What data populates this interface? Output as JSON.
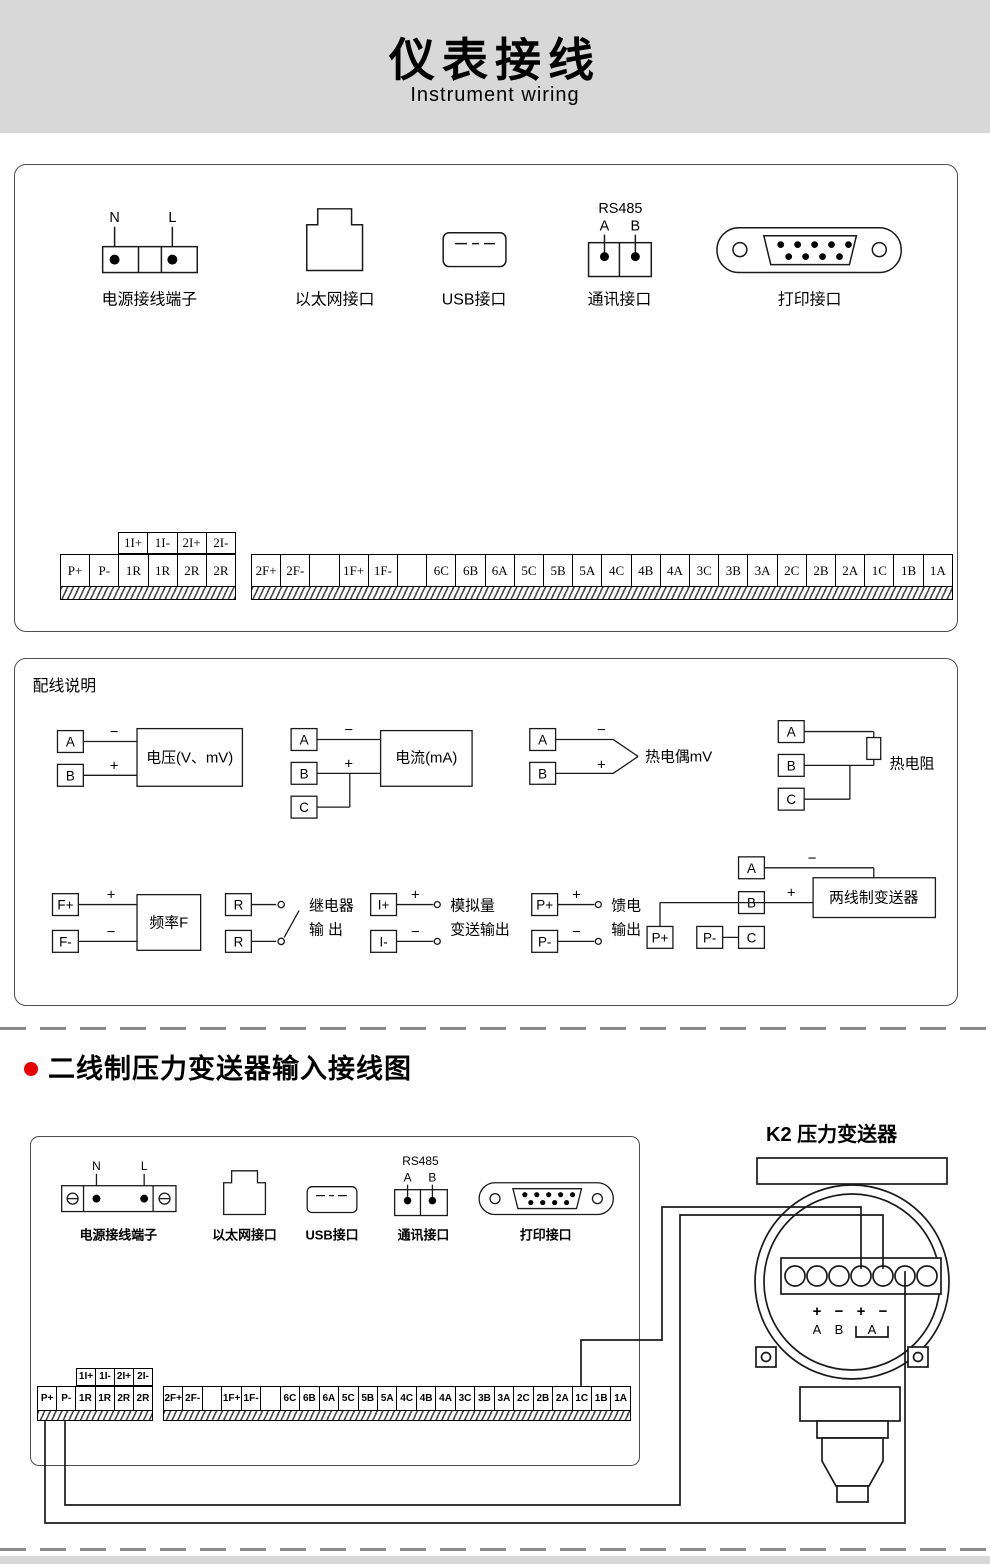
{
  "header": {
    "title": "仪表接线",
    "subtitle": "Instrument wiring"
  },
  "panel1": {
    "power": {
      "label": "电源接线端子",
      "pin_left": "N",
      "pin_right": "L"
    },
    "ethernet": {
      "label": "以太网接口"
    },
    "usb": {
      "label": "USB接口"
    },
    "comm": {
      "label": "通讯接口",
      "type": "RS485",
      "pin_a": "A",
      "pin_b": "B"
    },
    "printer": {
      "label": "打印接口"
    },
    "mini_strip": [
      "1I+",
      "1I-",
      "2I+",
      "2I-"
    ],
    "left_strip": [
      "P+",
      "P-",
      "1R",
      "1R",
      "2R",
      "2R"
    ],
    "right_strip": [
      "2F+",
      "2F-",
      "",
      "1F+",
      "1F-",
      "",
      "6C",
      "6B",
      "6A",
      "5C",
      "5B",
      "5A",
      "4C",
      "4B",
      "4A",
      "3C",
      "3B",
      "3A",
      "2C",
      "2B",
      "2A",
      "1C",
      "1B",
      "1A"
    ]
  },
  "panel2": {
    "title": "配线说明",
    "voltage": {
      "t1": "A",
      "t2": "B",
      "minus": "−",
      "plus": "+",
      "label": "电压(V、mV)"
    },
    "current": {
      "t1": "A",
      "t2": "B",
      "t3": "C",
      "minus": "−",
      "plus": "+",
      "label": "电流(mA)"
    },
    "thermocouple": {
      "t1": "A",
      "t2": "B",
      "minus": "−",
      "plus": "+",
      "label": "热电偶mV"
    },
    "rtd": {
      "t1": "A",
      "t2": "B",
      "t3": "C",
      "label": "热电阻"
    },
    "frequency": {
      "t1": "F+",
      "t2": "F-",
      "plus": "+",
      "minus": "−",
      "label": "频率F"
    },
    "relay": {
      "t1": "R",
      "t2": "R",
      "line1": "继电器",
      "line2": "输  出"
    },
    "analog": {
      "t1": "I+",
      "t2": "I-",
      "plus": "+",
      "minus": "−",
      "line1": "模拟量",
      "line2": "变送输出"
    },
    "feed": {
      "t1": "P+",
      "t2": "P-",
      "plus": "+",
      "minus": "−",
      "line1": "馈电",
      "line2": "输出"
    },
    "twowire": {
      "t1": "A",
      "t2": "B",
      "t3": "C",
      "t4": "P+",
      "t5": "P-",
      "minus": "−",
      "plus": "+",
      "label": "两线制变送器"
    }
  },
  "section": {
    "heading": "二线制压力变送器输入接线图"
  },
  "panel3": {
    "power": {
      "label": "电源接线端子",
      "pin_left": "N",
      "pin_right": "L"
    },
    "ethernet": {
      "label": "以太网接口"
    },
    "usb": {
      "label": "USB接口"
    },
    "comm": {
      "label": "通讯接口",
      "type": "RS485",
      "pin_a": "A",
      "pin_b": "B"
    },
    "printer": {
      "label": "打印接口"
    },
    "mini_strip": [
      "1I+",
      "1I-",
      "2I+",
      "2I-"
    ],
    "left_strip": [
      "P+",
      "P-",
      "1R",
      "1R",
      "2R",
      "2R"
    ],
    "right_strip": [
      "2F+",
      "2F-",
      "",
      "1F+",
      "1F-",
      "",
      "6C",
      "6B",
      "6A",
      "5C",
      "5B",
      "5A",
      "4C",
      "4B",
      "4A",
      "3C",
      "3B",
      "3A",
      "2C",
      "2B",
      "2A",
      "1C",
      "1B",
      "1A"
    ]
  },
  "transmitter": {
    "title": "K2 压力变送器",
    "sign1": "+",
    "sign2": "−",
    "sign3": "+",
    "sign4": "−",
    "letter1": "A",
    "letter2": "B",
    "letter3": "A"
  },
  "wires": {
    "green": "#009B57",
    "blue": "#23339B",
    "magenta": "#E4007F"
  }
}
